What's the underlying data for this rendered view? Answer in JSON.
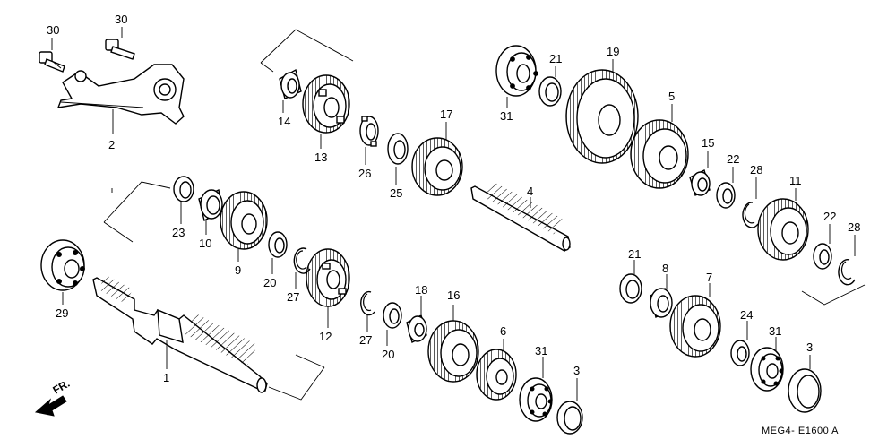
{
  "diagram": {
    "code": "MEG4- E1600 A",
    "direction_label": "FR."
  },
  "callouts": {
    "c1": "1",
    "c2": "2",
    "c3a": "3",
    "c3b": "3",
    "c4": "4",
    "c5": "5",
    "c6": "6",
    "c7": "7",
    "c8": "8",
    "c9": "9",
    "c10": "10",
    "c11": "11",
    "c12": "12",
    "c13": "13",
    "c14": "14",
    "c15": "15",
    "c16": "16",
    "c17": "17",
    "c18": "18",
    "c19": "19",
    "c20a": "20",
    "c20b": "20",
    "c21a": "21",
    "c21b": "21",
    "c22a": "22",
    "c22b": "22",
    "c23": "23",
    "c24": "24",
    "c25": "25",
    "c26": "26",
    "c27a": "27",
    "c27b": "27",
    "c28a": "28",
    "c28b": "28",
    "c29": "29",
    "c30a": "30",
    "c30b": "30",
    "c31a": "31",
    "c31b": "31",
    "c31c": "31"
  }
}
